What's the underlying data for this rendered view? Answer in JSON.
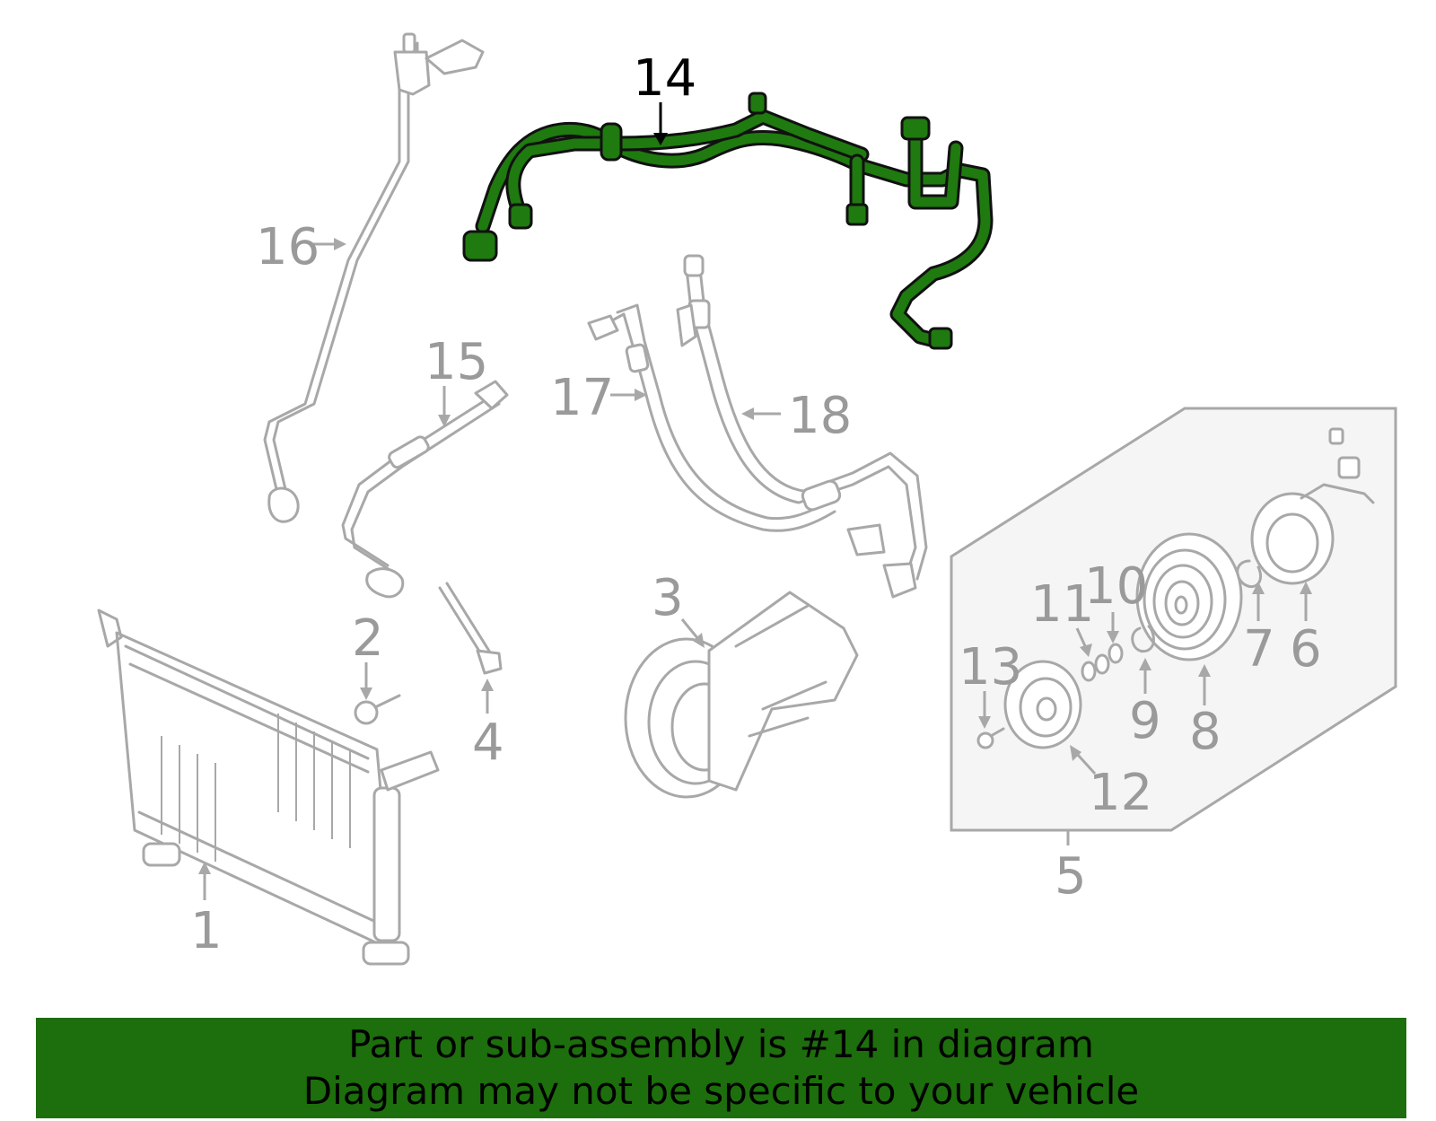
{
  "diagram": {
    "highlight_color": "#1f7a0f",
    "callout_color": "#9a9a9a",
    "callouts": {
      "c1": "1",
      "c2": "2",
      "c3": "3",
      "c4": "4",
      "c5": "5",
      "c6": "6",
      "c7": "7",
      "c8": "8",
      "c9": "9",
      "c10": "10",
      "c11": "11",
      "c12": "12",
      "c13": "13",
      "c14": "14",
      "c15": "15",
      "c16": "16",
      "c17": "17",
      "c18": "18"
    },
    "highlighted_part": "14"
  },
  "banner": {
    "background": "#1d6e0c",
    "line1": "Part or sub-assembly is #14 in diagram",
    "line2": "Diagram may not be specific to your vehicle"
  }
}
